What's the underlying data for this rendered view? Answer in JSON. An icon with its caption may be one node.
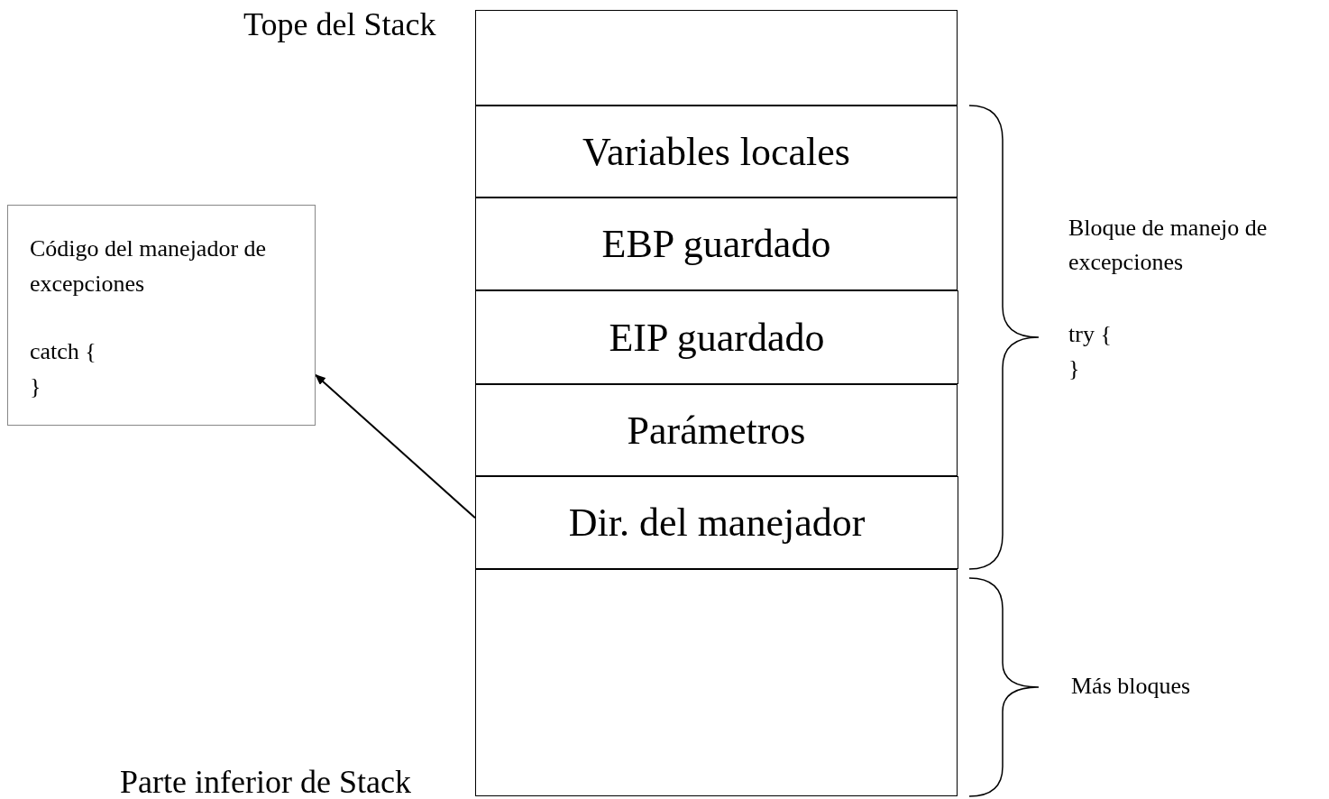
{
  "diagram": {
    "nodes": [
      {
        "text": [],
        "shape": "box"
      },
      {
        "text": [
          "Variables locales"
        ]
      },
      {
        "text": [
          "EBP guardado"
        ]
      },
      {
        "text": [
          "EIP guardado"
        ]
      },
      {
        "text": [
          "Parámetros"
        ]
      },
      {
        "text": [
          "Dir. del manejador"
        ]
      },
      {
        "text": [],
        "shape": "box"
      },
      {
        "text": [
          "Código del manejador de excepciones",
          "catch { }"
        ]
      }
    ],
    "edges": [
      {
        "from": 5,
        "to": 7,
        "arrow": "to"
      }
    ],
    "labels": [
      "Tope del Stack",
      "Bloque de manejo de excepciones",
      "try { }",
      "Más bloques",
      "Parte inferior de Stack"
    ]
  }
}
